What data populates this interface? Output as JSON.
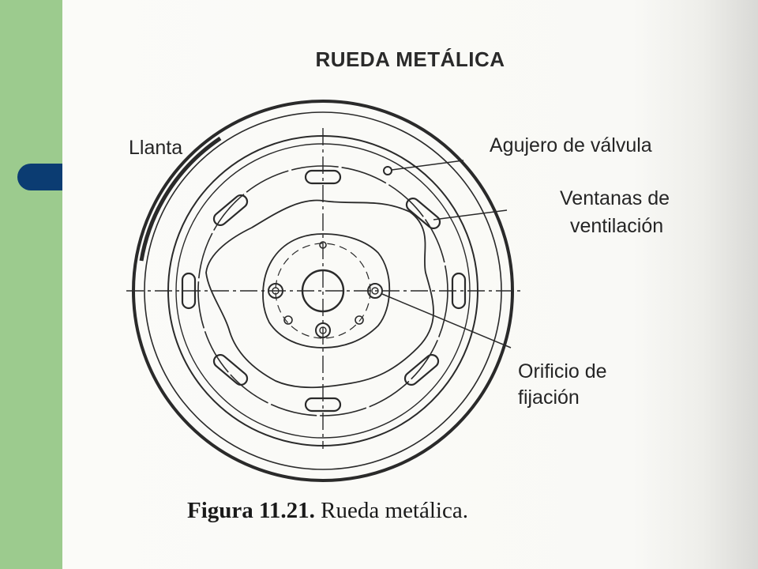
{
  "title": "RUEDA METÁLICA",
  "labels": {
    "llanta": "Llanta",
    "agujero": "Agujero de válvula",
    "ventanas_line1": "Ventanas de",
    "ventanas_line2": "ventilación",
    "orificio_line1": "Orificio de",
    "orificio_line2": "fijación"
  },
  "caption": {
    "number": "Figura 11.21.",
    "text": "Rueda metálica."
  },
  "colors": {
    "left_band": "#9ccb8e",
    "tab_marker": "#0b3c72",
    "line": "#2a2a2a"
  }
}
